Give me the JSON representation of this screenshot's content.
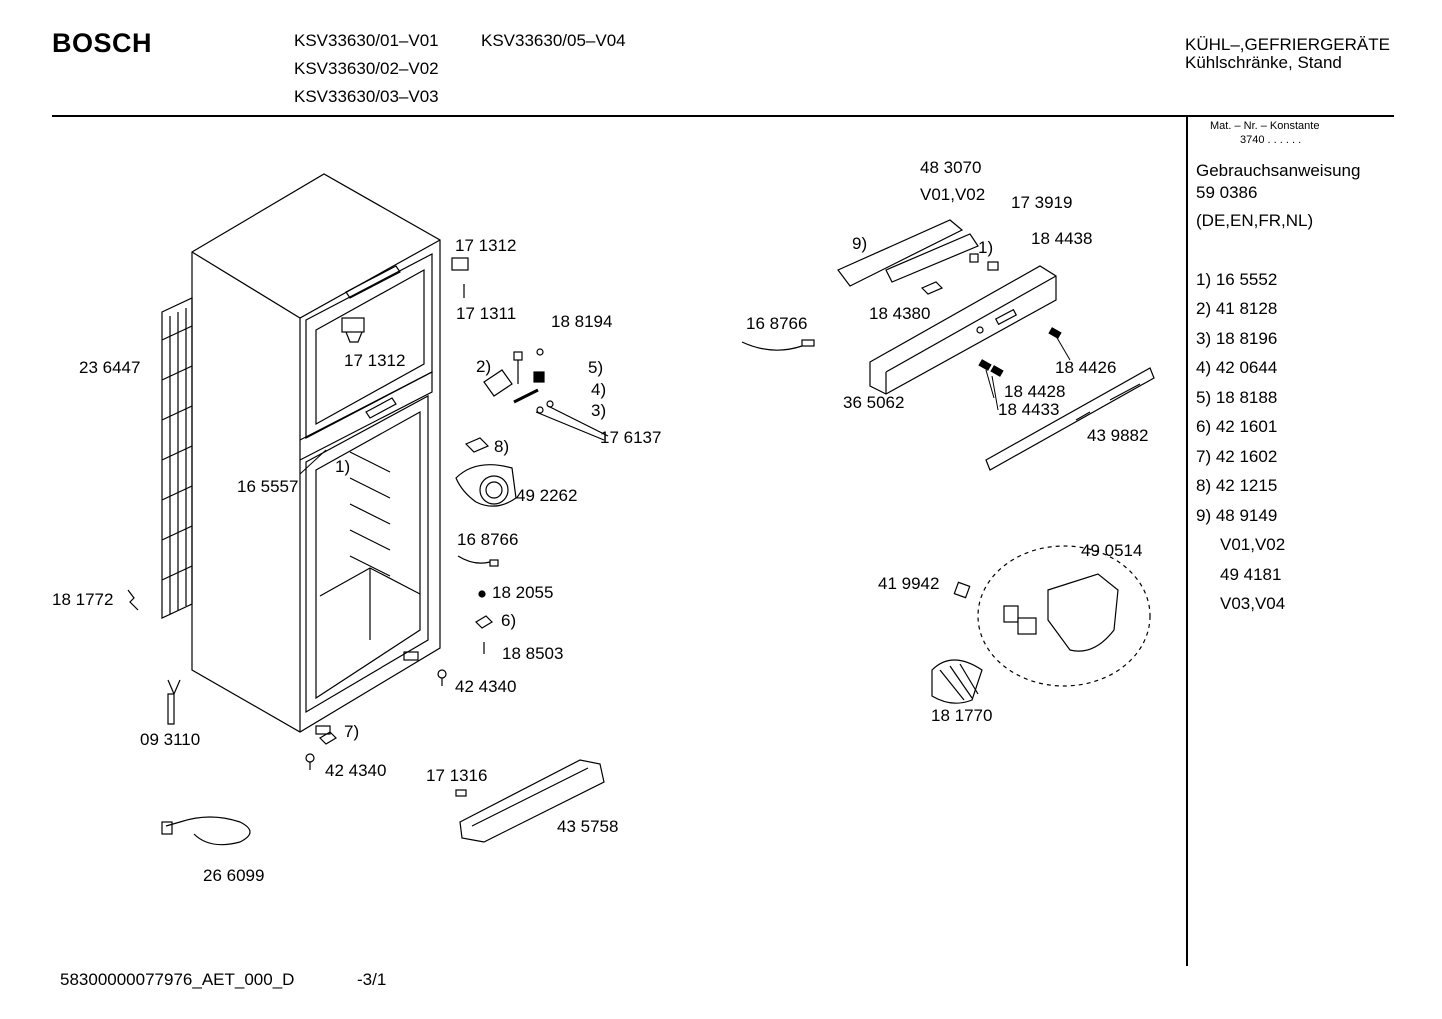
{
  "header": {
    "brand": "BOSCH",
    "models": [
      "KSV33630/01–V01",
      "KSV33630/05–V04",
      "KSV33630/02–V02",
      "KSV33630/03–V03"
    ],
    "category_line1": "KÜHL–,GEFRIERGERÄTE",
    "category_line2": "Kühlschränke, Stand"
  },
  "sidebar": {
    "mat_nr_label": "Mat. – Nr. – Konstante",
    "mat_nr_value": "3740 . . . . . .",
    "manual_title": "Gebrauchsanweisung",
    "manual_number": "59 0386",
    "manual_languages": "(DE,EN,FR,NL)",
    "footnotes": [
      "1) 16 5552",
      "2) 41 8128",
      "3) 18 8196",
      "4) 42 0644",
      "5) 18 8188",
      "6) 42 1601",
      "7) 42 1602",
      "8) 42 1215",
      "9) 48 9149",
      "V01,V02",
      "49 4181",
      "V03,V04"
    ]
  },
  "parts": {
    "p171312a": "17 1312",
    "p171311": "17 1311",
    "p171312b": "17 1312",
    "p188194": "18 8194",
    "p236447": "23 6447",
    "n2": "2)",
    "n5": "5)",
    "n4": "4)",
    "n3": "3)",
    "p176137": "17 6137",
    "n8": "8)",
    "p165557": "16 5557",
    "n1a": "1)",
    "p492262": "49 2262",
    "p168766a": "16 8766",
    "p182055": "18 2055",
    "n6": "6)",
    "p188503": "18 8503",
    "p181772": "18 1772",
    "p424340a": "42 4340",
    "p093110": "09 3110",
    "n7": "7)",
    "p424340b": "42 4340",
    "p171316": "17 1316",
    "p435758": "43 5758",
    "p266099": "26 6099",
    "p483070": "48 3070",
    "v0102": "V01,V02",
    "p173919": "17 3919",
    "n9": "9)",
    "n1b": "1)",
    "p184438": "18 4438",
    "p168766b": "16 8766",
    "p184380": "18 4380",
    "p184426": "18 4426",
    "p184428": "18 4428",
    "p184433": "18 4433",
    "p365062": "36 5062",
    "p439882": "43 9882",
    "p490514": "49 0514",
    "p419942": "41 9942",
    "p181770": "18 1770"
  },
  "footer": {
    "doc_id": "58300000077976_AET_000_D",
    "page": "-3/1"
  }
}
